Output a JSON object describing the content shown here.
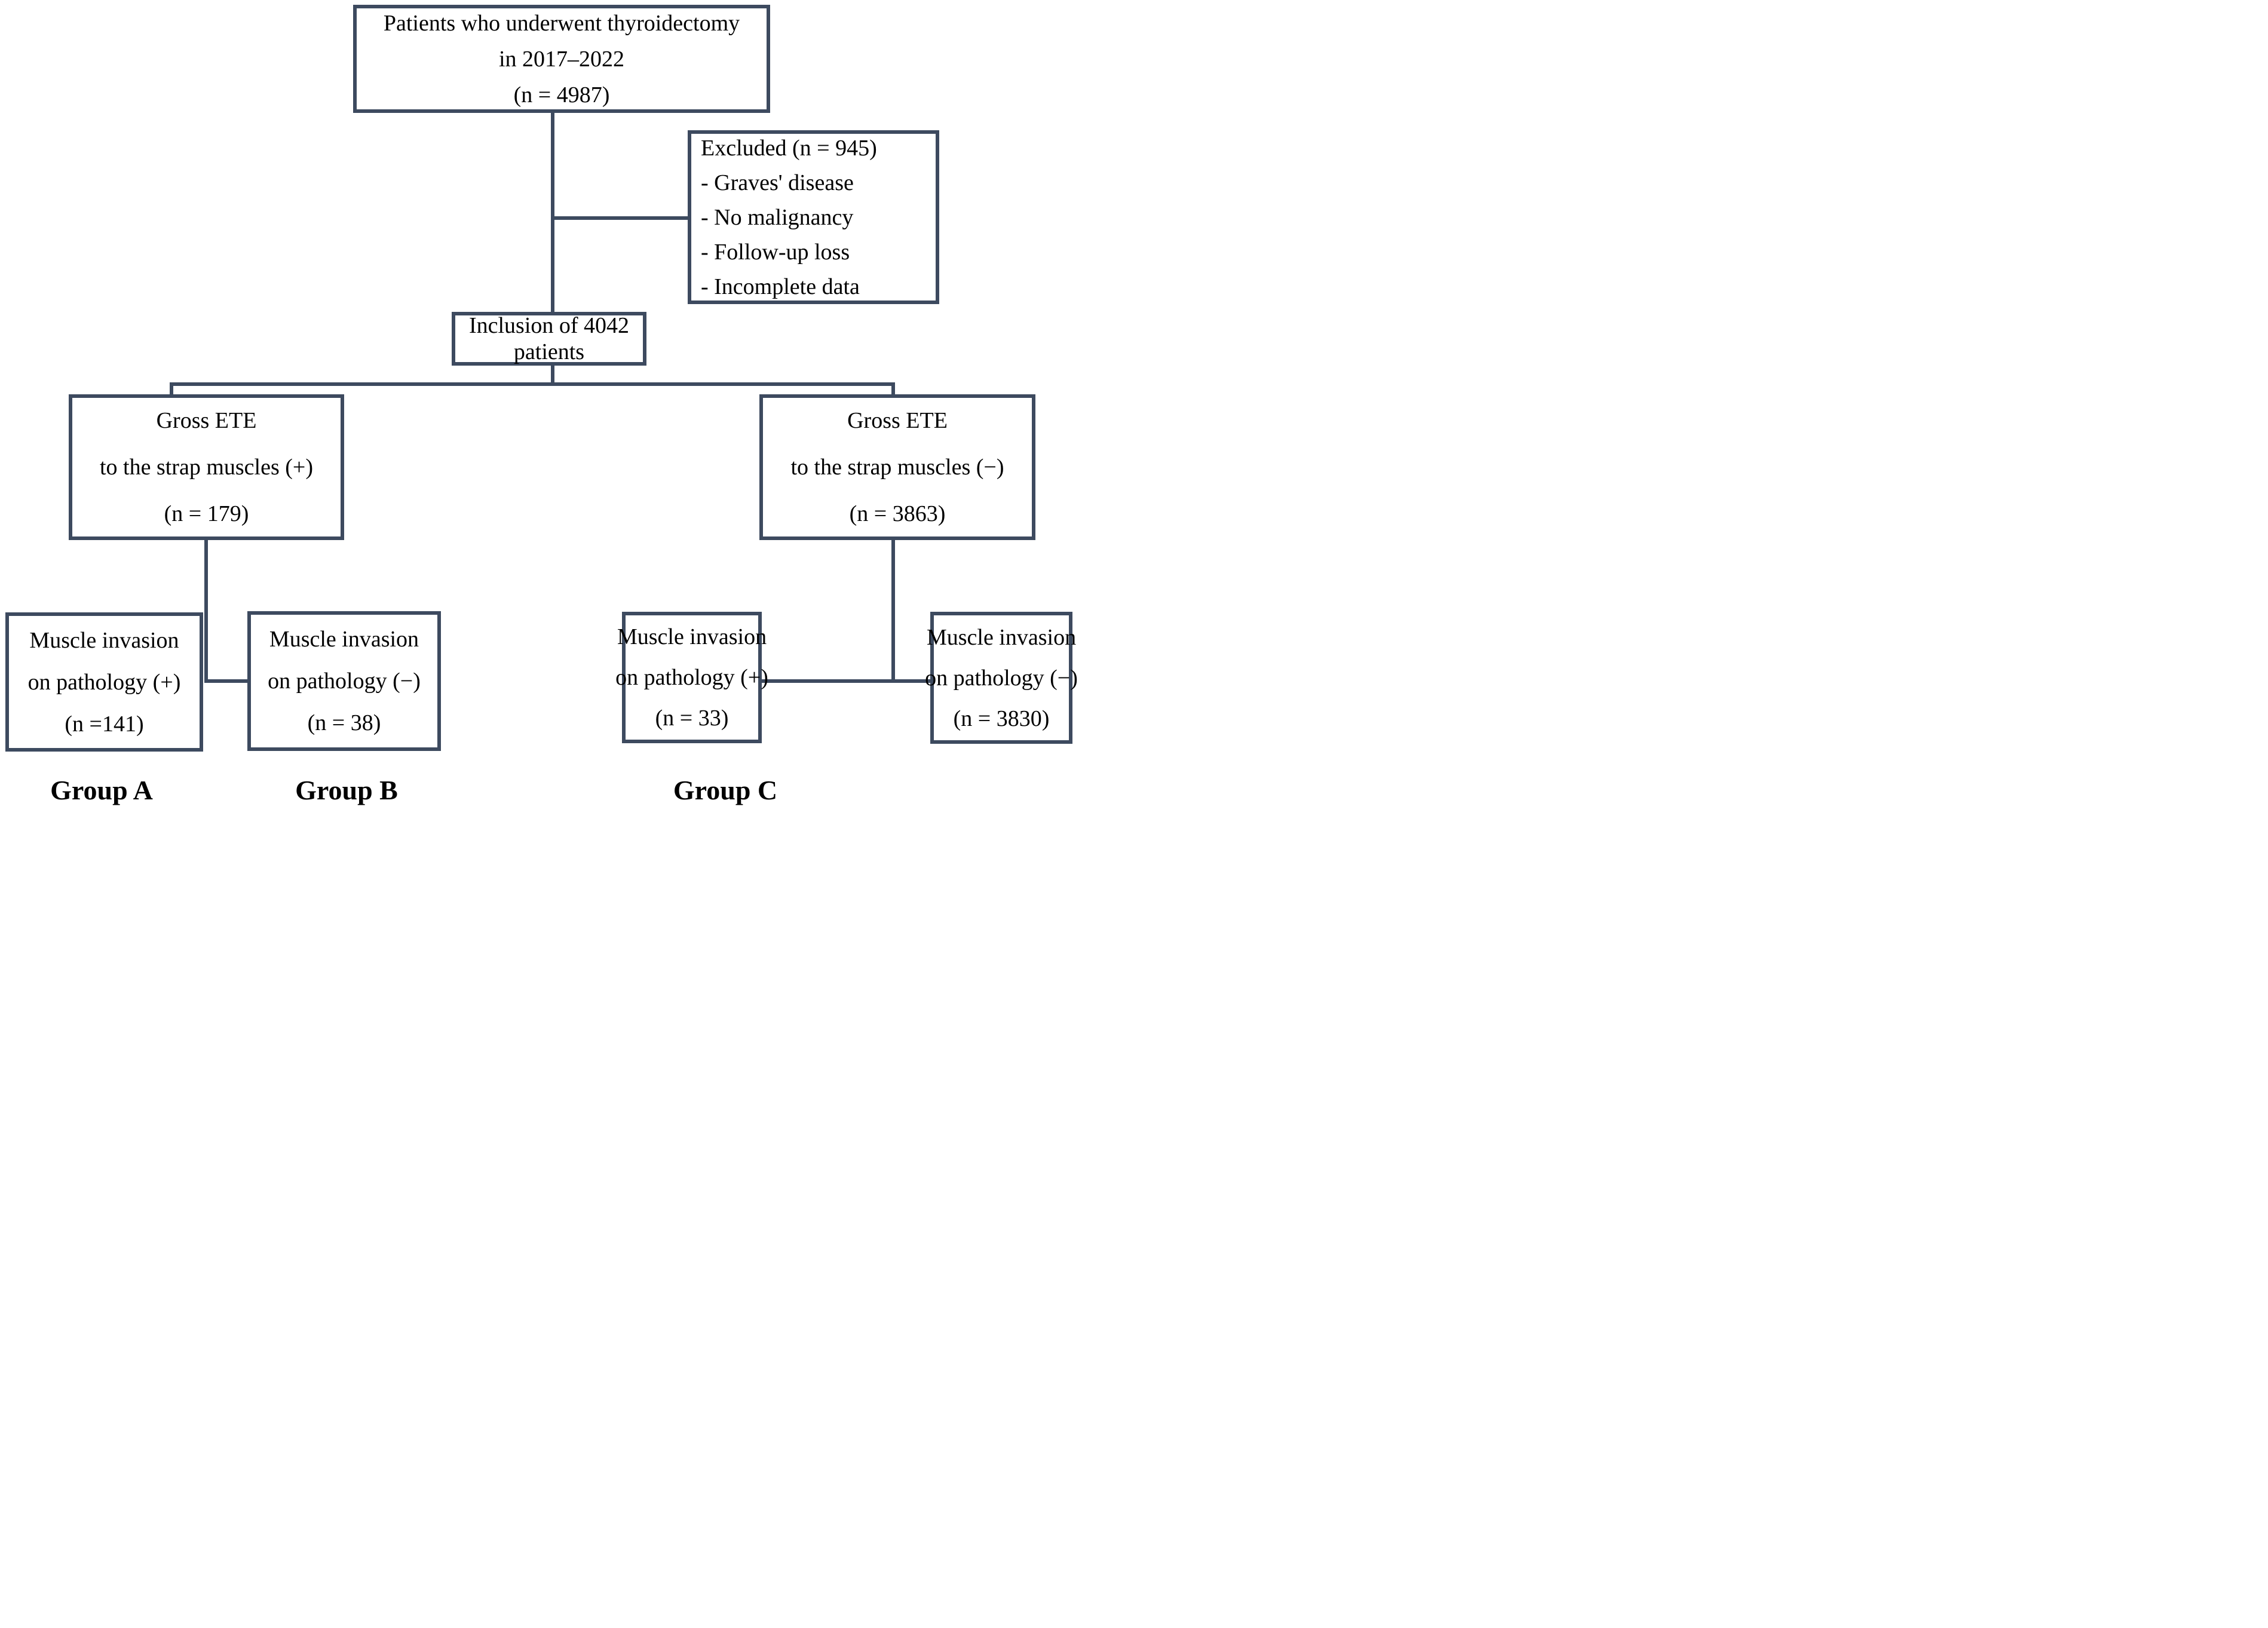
{
  "figure": {
    "type": "flowchart",
    "description": "Patient selection flow diagram for thyroidectomy study",
    "line_color": "#3d4a5f",
    "text_color": "#000000",
    "background_color": "#ffffff"
  },
  "nodes": {
    "total": {
      "lines": [
        "Patients who underwent thyroidectomy",
        "in 2017–2022",
        "(n = 4987)"
      ]
    },
    "excluded": {
      "lines": [
        "Excluded (n = 945)",
        "- Graves' disease",
        "- No malignancy",
        "- Follow-up loss",
        "- Incomplete data"
      ]
    },
    "inclusion": {
      "lines": [
        "Inclusion of 4042",
        "patients"
      ]
    },
    "gross_ete_positive": {
      "lines": [
        "Gross ETE",
        "to the strap muscles (+)",
        "(n = 179)"
      ]
    },
    "gross_ete_negative": {
      "lines": [
        "Gross ETE",
        "to the strap muscles (−)",
        "(n = 3863)"
      ]
    },
    "muscle_invasion_positive_a": {
      "lines": [
        "Muscle invasion",
        "on pathology (+)",
        "(n =141)"
      ]
    },
    "muscle_invasion_negative_b": {
      "lines": [
        "Muscle invasion",
        "on pathology (−)",
        "(n = 38)"
      ]
    },
    "muscle_invasion_positive_c": {
      "lines": [
        "Muscle invasion",
        "on pathology (+)",
        "(n = 33)"
      ]
    },
    "muscle_invasion_negative_d": {
      "lines": [
        "Muscle invasion",
        "on pathology (−)",
        "(n = 3830)"
      ]
    }
  },
  "group_labels": {
    "a": "Group A",
    "b": "Group B",
    "c": "Group C"
  }
}
